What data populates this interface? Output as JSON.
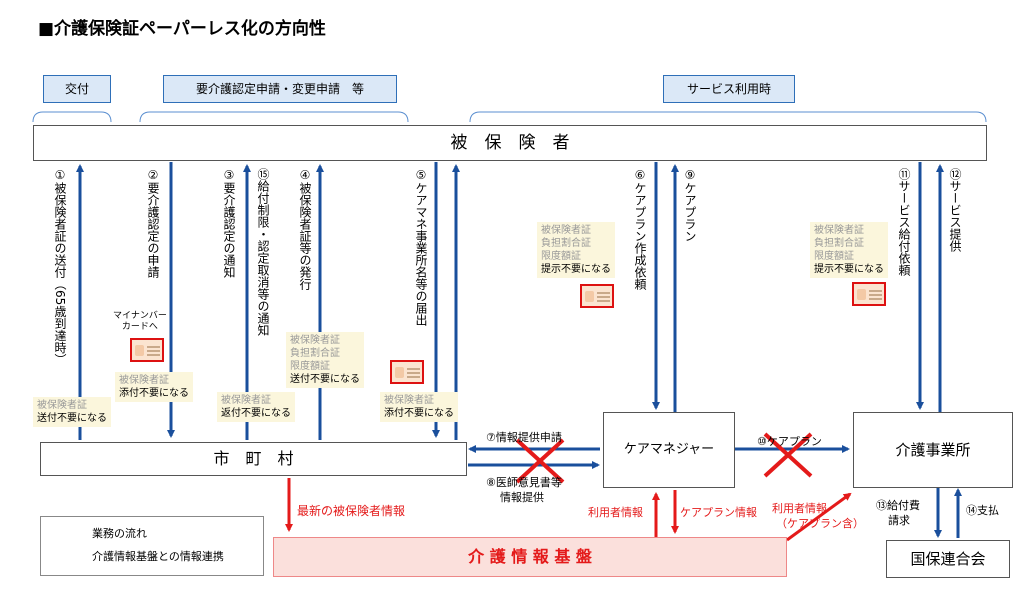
{
  "title": "■介護保険証ペーパーレス化の方向性",
  "phases": [
    "交付",
    "要介護認定申請・変更申請　等",
    "サービス利用時"
  ],
  "insured": "被　保　険　者",
  "municipality": "市　町　村",
  "care_manager": "ケアマネジャー",
  "care_office": "介護事業所",
  "kokuho": "国保連合会",
  "care_platform": "介 護 情 報 基 盤",
  "flows": {
    "f1": "①被保険者証の送付（65歳到達時）",
    "f2": "②要介護認定の申請",
    "f3": "③要介護認定の通知",
    "f15": "⑮給付制限・認定取消等の通知",
    "f4": "④被保険者証等の発行",
    "f5": "⑤ケアマネ事業所名等の届出",
    "f6": "⑥ケアプラン作成依頼",
    "f9": "⑨ケアプラン",
    "f11": "⑪サービス給付依頼",
    "f12": "⑫サービス提供",
    "f7": "⑦情報提供申請",
    "f8a": "⑧医師意見書等",
    "f8b": "情報提供",
    "f10": "⑩ケアプラン",
    "f13a": "⑬給付費",
    "f13b": "請求",
    "f14": "⑭支払"
  },
  "red_labels": {
    "latest": "最新の被保険者情報",
    "user_info": "利用者情報",
    "careplan_info": "ケアプラン情報",
    "user_info2a": "利用者情報",
    "user_info2b": "（ケアプラン含）"
  },
  "mynumber": {
    "line1": "マイナンバー",
    "line2": "カードへ"
  },
  "notes": {
    "n1": {
      "gray": "被保険者証",
      "black": "送付不要になる"
    },
    "n2": {
      "gray": "被保険者証",
      "black": "添付不要になる"
    },
    "n3": {
      "gray": "被保険者証",
      "black": "返付不要になる"
    },
    "n4": {
      "gray1": "被保険者証",
      "gray2": "負担割合証",
      "gray3": "限度額証",
      "black": "送付不要になる"
    },
    "n5": {
      "gray": "被保険者証",
      "black": "添付不要になる"
    },
    "n6": {
      "gray1": "被保険者証",
      "gray2": "負担割合証",
      "gray3": "限度額証",
      "black": "提示不要になる"
    },
    "n7": {
      "gray1": "被保険者証",
      "gray2": "負担割合証",
      "gray3": "限度額証",
      "black": "提示不要になる"
    }
  },
  "legend": {
    "blue": "業務の流れ",
    "red": "介護情報基盤との情報連携"
  },
  "colors": {
    "blue": "#1a4f9c",
    "red": "#e41a1a",
    "phase_fill": "#dbe8f7",
    "platform_fill": "#fbe0dc"
  }
}
